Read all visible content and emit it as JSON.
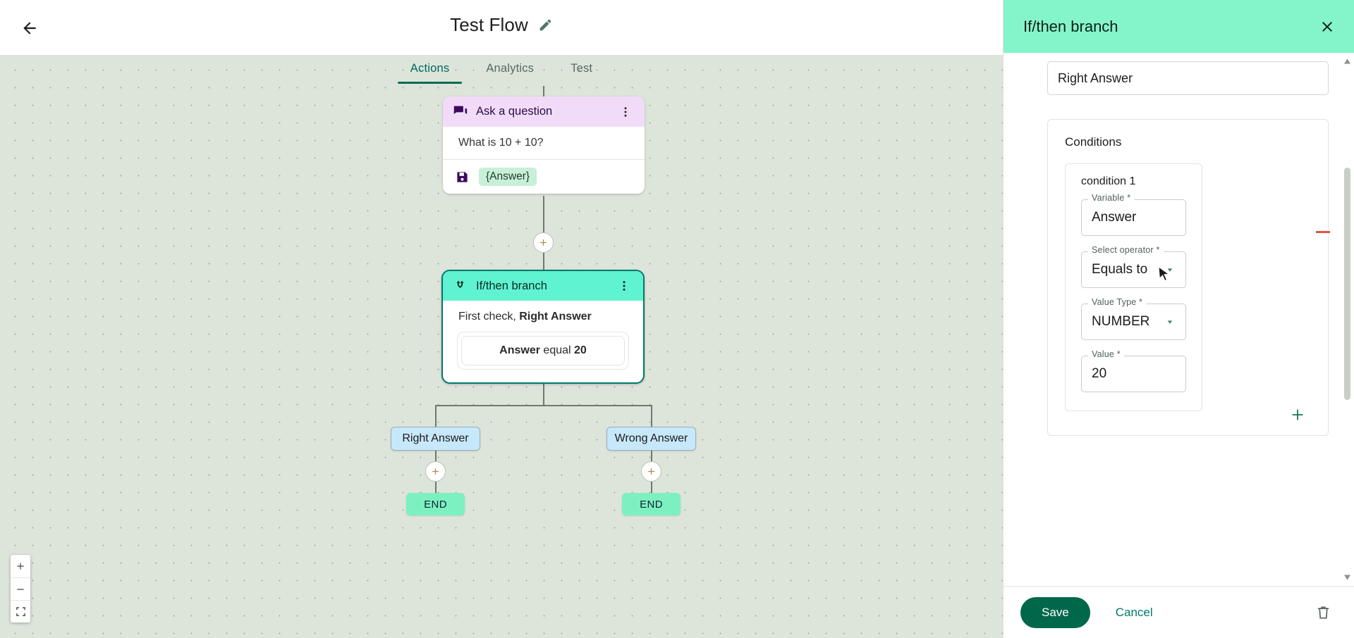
{
  "header": {
    "back_icon": "arrow-left-icon",
    "title": "Test Flow",
    "edit_icon": "pencil-edit-icon"
  },
  "tabs": [
    {
      "label": "Actions",
      "active": true
    },
    {
      "label": "Analytics",
      "active": false
    },
    {
      "label": "Test",
      "active": false
    }
  ],
  "canvas": {
    "background_color": "#dde5db",
    "nodes": {
      "ask_question": {
        "icon": "chat-bubble-icon",
        "title": "Ask a question",
        "menu_icon": "more-vertical-icon",
        "question": "What is 10 + 10?",
        "save_icon": "floppy-save-icon",
        "variable_chip": "{Answer}",
        "header_color": "#f2dbf8"
      },
      "if_then": {
        "icon": "branch-split-icon",
        "title": "If/then branch",
        "menu_icon": "more-vertical-icon",
        "check_prefix": "First check,",
        "check_name": "Right Answer",
        "condition_variable": "Answer",
        "condition_operator": "equal",
        "condition_value": "20",
        "header_color": "#5ff3d2",
        "border_color": "#00796b"
      }
    },
    "branches": [
      {
        "label": "Right Answer",
        "end_label": "END",
        "add_icon": "plus-icon"
      },
      {
        "label": "Wrong Answer",
        "end_label": "END",
        "add_icon": "plus-icon"
      }
    ],
    "add_step_icon": "plus-icon",
    "zoom_controls": [
      {
        "icon": "zoom-in-icon",
        "glyph": "+"
      },
      {
        "icon": "zoom-out-icon",
        "glyph": "−"
      },
      {
        "icon": "fit-screen-icon",
        "glyph": ""
      }
    ]
  },
  "panel": {
    "title": "If/then branch",
    "close_icon": "close-icon",
    "header_color": "#84f5ca",
    "name_field_value": "Right Answer",
    "conditions_title": "Conditions",
    "condition": {
      "label": "condition 1",
      "fields": [
        {
          "legend": "Variable *",
          "value": "Answer",
          "type": "text"
        },
        {
          "legend": "Select operator *",
          "value": "Equals to",
          "type": "select"
        },
        {
          "legend": "Value Type *",
          "value": "NUMBER",
          "type": "select"
        },
        {
          "legend": "Value *",
          "value": "20",
          "type": "text"
        }
      ]
    },
    "remove_condition_icon": "minus-icon",
    "remove_group_icon": "minus-icon",
    "add_condition_icon": "plus-icon",
    "accent_remove_color": "#e0563f",
    "accent_add_color": "#00796b",
    "footer": {
      "save_label": "Save",
      "cancel_label": "Cancel",
      "delete_icon": "trash-icon",
      "save_color": "#00684a"
    },
    "scroll_up_icon": "caret-up-icon",
    "scroll_down_icon": "caret-down-icon"
  }
}
